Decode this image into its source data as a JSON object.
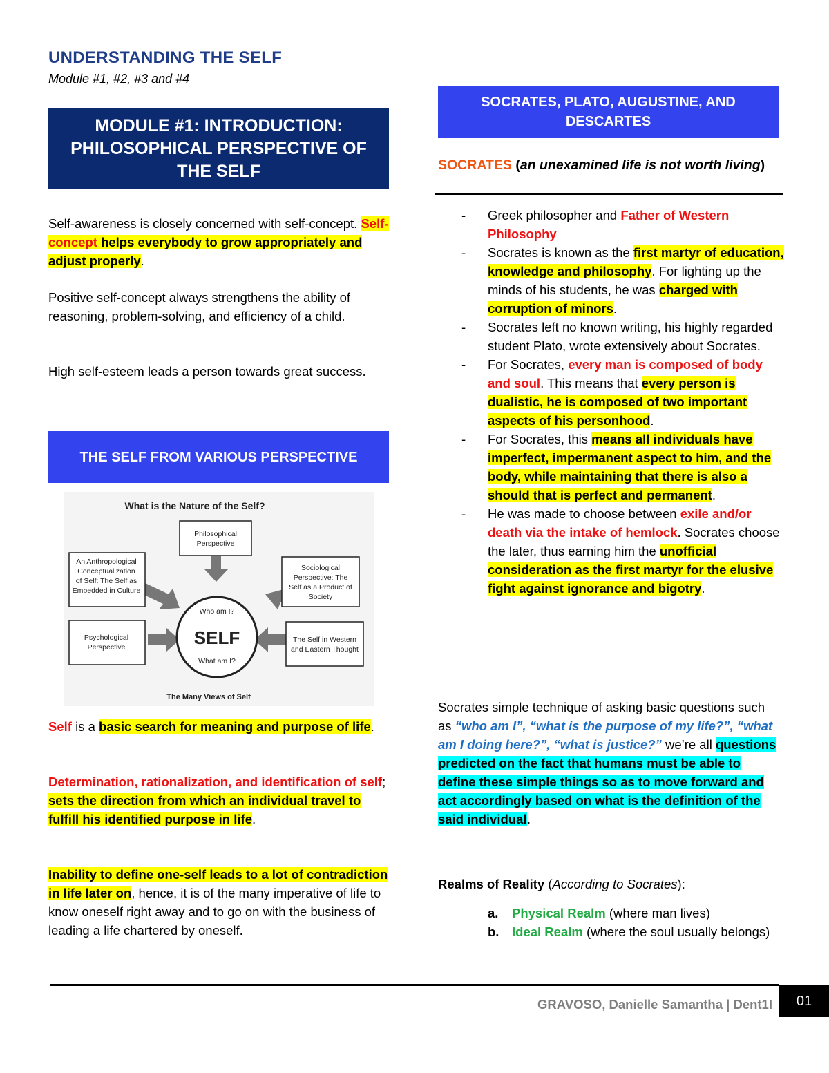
{
  "header": {
    "title": "UNDERSTANDING THE SELF",
    "subtitle": "Module #1, #2, #3 and #4"
  },
  "left": {
    "module1_banner": "MODULE #1: INTRODUCTION: PHILOSOPHICAL PERSPECTIVE OF THE SELF",
    "p1": {
      "a": "Self-awareness is closely concerned with self-concept. ",
      "b": "Self-concept",
      "c": " helps everybody to grow appropriately and adjust properly",
      "d": "."
    },
    "p2": "Positive self-concept always strengthens the ability of reasoning, problem-solving, and efficiency of a child.",
    "p3": "High self-esteem leads a person towards great success.",
    "self_banner": "THE SELF FROM VARIOUS PERSPECTIVE",
    "diagram": {
      "title": "What is the Nature of the Self?",
      "center_top": "Who am I?",
      "center": "SELF",
      "center_bottom": "What am I?",
      "caption": "The Many Views of Self",
      "philosophical": [
        "Philosophical",
        "Perspective"
      ],
      "anthropological": [
        "An Anthropological",
        "Conceptualization",
        "of Self: The Self as",
        "Embedded in Culture"
      ],
      "sociological": [
        "Sociological",
        "Perspective: The",
        "Self as a Product of",
        "Society"
      ],
      "psychological": [
        "Psychological",
        "Perspective"
      ],
      "western_eastern": [
        "The Self in Western",
        "and Eastern Thought"
      ]
    },
    "p4": {
      "a": "Self",
      "b": " is a ",
      "c": "basic search for meaning and purpose of life",
      "d": "."
    },
    "p5": {
      "a": "Determination, rationalization, and identification of self",
      "b": "; ",
      "c": "sets the direction from which an individual travel to fulfill his identified purpose in life",
      "d": "."
    },
    "p6": {
      "a": "Inability to define one-self leads to a lot of contradiction in life later on",
      "b": ", hence, it is of the many imperative of life to know oneself right away and to go on with the business of leading a life chartered by oneself."
    }
  },
  "right": {
    "greeks_banner": "SOCRATES, PLATO, AUGUSTINE, AND DESCARTES",
    "socrates": {
      "name": "SOCRATES",
      "open": " (",
      "quote": "an unexamined life is not worth living",
      "close": ")"
    },
    "bullets": {
      "b1": {
        "a": "Greek philosopher and ",
        "b": "Father of Western Philosophy"
      },
      "b2": {
        "a": "Socrates is known as the ",
        "b": "first martyr of education, knowledge and philosophy",
        "c": ". For lighting up the minds of his students, he was ",
        "d": "charged with corruption of minors",
        "e": "."
      },
      "b3": "Socrates left no known writing, his highly regarded student Plato, wrote extensively about Socrates.",
      "b4": {
        "a": "For Socrates, ",
        "b": "every man is composed of body and soul",
        "c": ". This means that ",
        "d": "every person is dualistic, he is composed of two important aspects of his personhood",
        "e": "."
      },
      "b5": {
        "a": "For Socrates, this ",
        "b": "means all individuals have imperfect, impermanent aspect to him, and the body, while maintaining that there is also a should that is perfect and permanent",
        "c": "."
      },
      "b6": {
        "a": "He was made to choose between ",
        "b": "exile and/or death via the intake of hemlock",
        "c": ". Socrates choose the later, thus earning him the ",
        "d": "unofficial consideration as the first martyr for the elusive fight against ignorance and bigotry",
        "e": "."
      }
    },
    "technique": {
      "a": "Socrates simple technique of asking basic questions such as ",
      "q": "“who am I”, “what is the purpose of my life?”, “what am I doing here?”, “what is justice?”",
      "b": " we’re all ",
      "c": "questions predicted on the fact that humans must be able to define these simple things so as to move forward and act accordingly based on what is the definition of the said individual",
      "d": "."
    },
    "realms": {
      "a": "Realms of Reality",
      "b": " (",
      "c": "According to Socrates",
      "d": "):",
      "items": [
        {
          "marker": "a.",
          "name": "Physical Realm",
          "desc": " (where man lives)"
        },
        {
          "marker": "b.",
          "name": "Ideal Realm",
          "desc": " (where the soul usually belongs)"
        }
      ]
    }
  },
  "footer": {
    "text": "GRAVOSO, Danielle Samantha | Dent1I",
    "page": "01"
  }
}
